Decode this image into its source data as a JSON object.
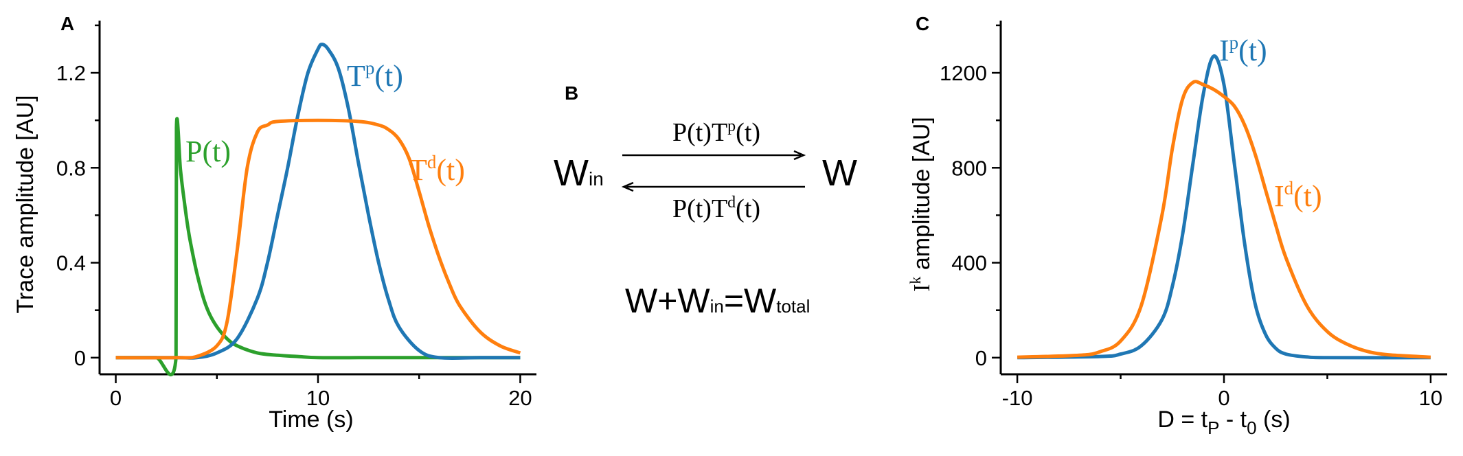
{
  "colors": {
    "blue": "#1f77b4",
    "orange": "#ff7f0e",
    "green": "#2ca02c",
    "axis": "#000000"
  },
  "panel_a": {
    "letter": "A"
  },
  "panel_b": {
    "letter": "B",
    "left_symbol": "W",
    "left_sub": "in",
    "right_symbol": "W",
    "forward_label": "P(t)T",
    "forward_sup": "p",
    "forward_suffix": "(t)",
    "backward_label": "P(t)T",
    "backward_sup": "d",
    "backward_suffix": "(t)",
    "equation": {
      "w": "W+W",
      "in_sub": "in",
      "eq": "=W",
      "total_sub": "total"
    }
  },
  "panel_c": {
    "letter": "C"
  },
  "chart_data": [
    {
      "type": "line",
      "panel": "A",
      "xlabel": "Time (s)",
      "ylabel": "Trace amplitude [AU]",
      "xlim": [
        -0.8,
        20.8
      ],
      "ylim": [
        -0.07,
        1.42
      ],
      "xticks": [
        0,
        10,
        20
      ],
      "xtick_labels": [
        "0",
        "10",
        "20"
      ],
      "yticks": [
        0,
        0.4,
        0.8,
        1.2
      ],
      "ytick_labels": [
        "0",
        "0.4",
        "0.8",
        "1.2"
      ],
      "grid": false,
      "series": [
        {
          "name": "P(t)",
          "name_main": "P(t)",
          "name_sup": "",
          "name_tail": "",
          "color": "green",
          "x": [
            0,
            1,
            2,
            2.98,
            3.0,
            3.2,
            3.4,
            3.6,
            3.8,
            4.0,
            4.3,
            4.6,
            5.0,
            5.5,
            6.0,
            7,
            8,
            9,
            10,
            12,
            15,
            20
          ],
          "y": [
            0,
            0,
            0,
            0,
            0.97,
            0.79,
            0.65,
            0.53,
            0.44,
            0.36,
            0.26,
            0.19,
            0.13,
            0.08,
            0.05,
            0.02,
            0.01,
            0.005,
            0,
            0,
            0,
            0
          ]
        },
        {
          "name": "Tᵖ(t)",
          "name_main": "T",
          "name_sup": "p",
          "name_tail": "(t)",
          "color": "blue",
          "x": [
            0,
            3,
            4,
            5,
            6,
            7,
            7.5,
            8,
            8.5,
            9,
            9.5,
            10,
            10.2,
            10.5,
            11,
            11.5,
            12,
            12.5,
            13,
            13.5,
            14,
            15,
            16,
            18,
            20
          ],
          "y": [
            0,
            0,
            0,
            0.02,
            0.08,
            0.25,
            0.4,
            0.6,
            0.8,
            1.02,
            1.2,
            1.3,
            1.32,
            1.3,
            1.22,
            1.05,
            0.82,
            0.6,
            0.4,
            0.24,
            0.13,
            0.03,
            0,
            0,
            0
          ]
        },
        {
          "name": "Tᵈ(t)",
          "name_main": "T",
          "name_sup": "d",
          "name_tail": "(t)",
          "color": "orange",
          "x": [
            0,
            3,
            4,
            5,
            5.5,
            6,
            6.5,
            7,
            7.5,
            8,
            10,
            12,
            13,
            13.5,
            14,
            14.5,
            15,
            15.5,
            16,
            16.5,
            17,
            18,
            19,
            20
          ],
          "y": [
            0,
            0,
            0.005,
            0.05,
            0.15,
            0.45,
            0.8,
            0.95,
            0.98,
            0.995,
            1.0,
            0.995,
            0.98,
            0.96,
            0.92,
            0.84,
            0.7,
            0.55,
            0.42,
            0.31,
            0.22,
            0.11,
            0.05,
            0.02
          ]
        }
      ]
    },
    {
      "type": "line",
      "panel": "C",
      "xlabel": "D = t",
      "xlabel_sub1": "P",
      "xlabel_mid": " - t",
      "xlabel_sub2": "0",
      "xlabel_tail": " (s)",
      "ylabel": "I",
      "ylabel_sup": "k",
      "ylabel_tail": " amplitude [AU]",
      "xlim": [
        -10.8,
        10.8
      ],
      "ylim": [
        -70,
        1420
      ],
      "xticks": [
        -10,
        0,
        10
      ],
      "xtick_labels": [
        "-10",
        "0",
        "10"
      ],
      "yticks": [
        0,
        400,
        800,
        1200
      ],
      "ytick_labels": [
        "0",
        "400",
        "800",
        "1200"
      ],
      "grid": false,
      "series": [
        {
          "name": "Iᵖ(t)",
          "name_main": "I",
          "name_sup": "p",
          "name_tail": "(t)",
          "color": "blue",
          "x": [
            -10,
            -6,
            -5,
            -4,
            -3,
            -2.5,
            -2,
            -1.5,
            -1,
            -0.5,
            0,
            0.5,
            1,
            1.5,
            2,
            2.5,
            3,
            4,
            5,
            10
          ],
          "y": [
            0,
            5,
            15,
            50,
            160,
            300,
            520,
            820,
            1110,
            1270,
            1150,
            820,
            480,
            230,
            100,
            40,
            15,
            3,
            0,
            0
          ]
        },
        {
          "name": "Iᵈ(t)",
          "name_main": "I",
          "name_sup": "d",
          "name_tail": "(t)",
          "color": "orange",
          "x": [
            -10,
            -7,
            -6,
            -5,
            -4,
            -3,
            -2.5,
            -2,
            -1.5,
            -1,
            -0.5,
            0,
            0.5,
            1,
            1.5,
            2,
            2.5,
            3,
            4,
            5,
            6,
            7,
            8,
            10
          ],
          "y": [
            2,
            10,
            25,
            70,
            220,
            600,
            880,
            1090,
            1160,
            1150,
            1130,
            1100,
            1060,
            980,
            860,
            710,
            560,
            420,
            220,
            110,
            55,
            25,
            12,
            2
          ]
        }
      ]
    }
  ]
}
